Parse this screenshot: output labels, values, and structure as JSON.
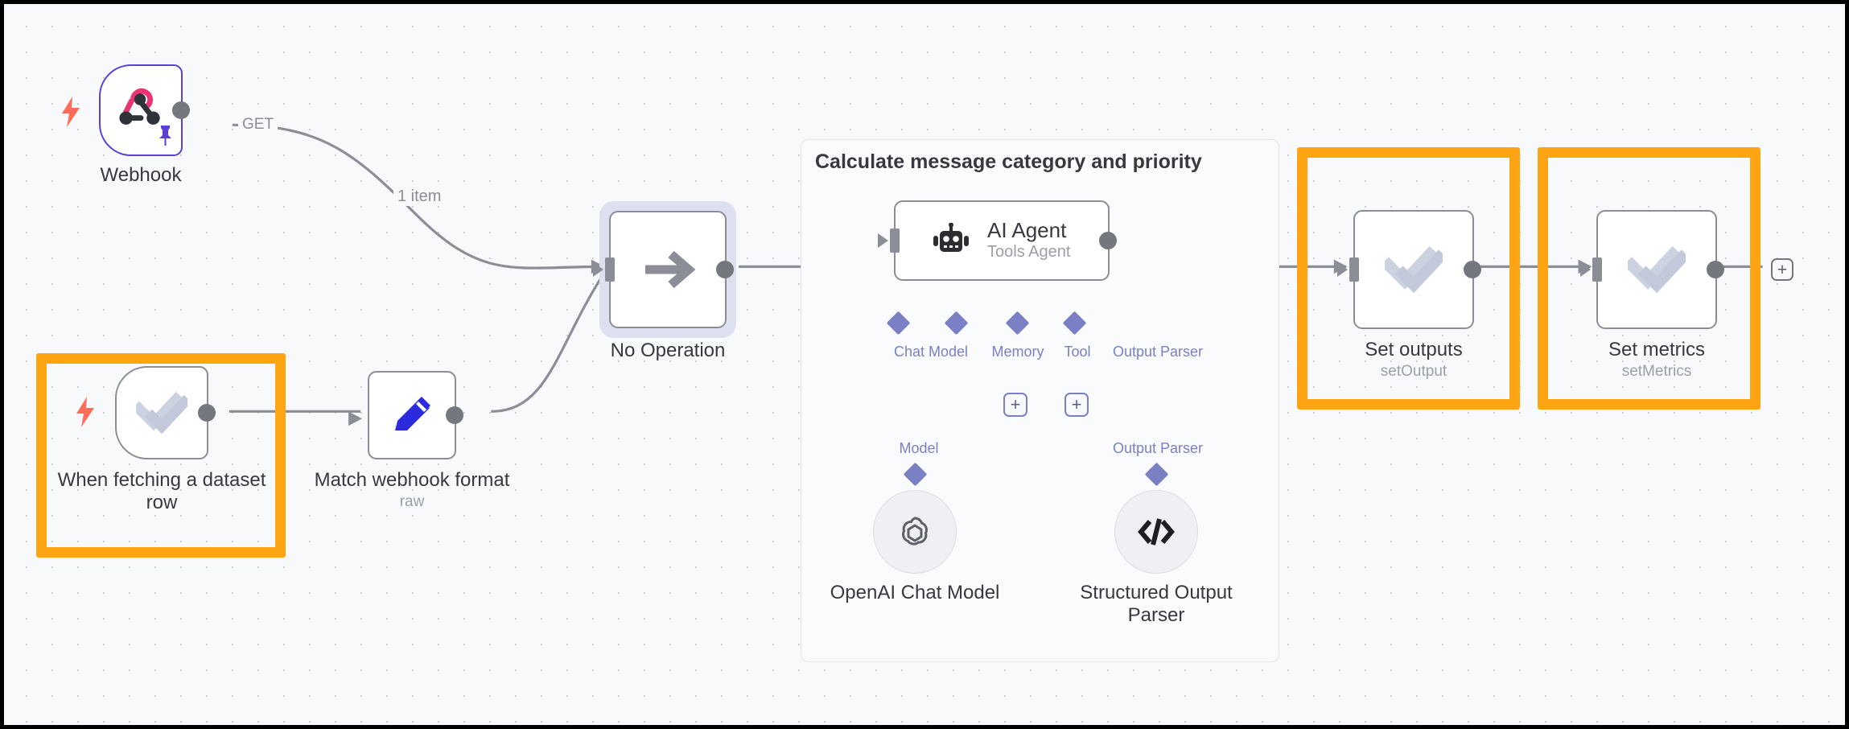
{
  "app": {
    "name": "n8n-workflow-canvas"
  },
  "canvas": {
    "background_color": "#f8f9fb",
    "grid_dot_color": "#c9ccd4",
    "highlight_color": "#FFA412",
    "accent_purple": "#7b80c4",
    "node_border_color": "#8b8e96"
  },
  "nodes": [
    {
      "id": "webhook",
      "label": "Webhook",
      "subtitle": "",
      "icon": "webhook-icon",
      "trigger": true,
      "pinned": true,
      "output_port_label": "GET",
      "highlighted": false,
      "selected": false
    },
    {
      "id": "when-fetching-dataset-row",
      "label": "When fetching a dataset row",
      "subtitle": "",
      "icon": "double-check-icon",
      "trigger": true,
      "pinned": false,
      "output_port_label": "",
      "highlighted": true,
      "selected": false
    },
    {
      "id": "match-webhook-format",
      "label": "Match webhook format",
      "subtitle": "raw",
      "icon": "pencil-icon",
      "trigger": false,
      "pinned": false,
      "output_port_label": "",
      "highlighted": false,
      "selected": false
    },
    {
      "id": "no-operation",
      "label": "No Operation",
      "subtitle": "",
      "icon": "arrow-right-icon",
      "trigger": false,
      "pinned": false,
      "output_port_label": "",
      "highlighted": false,
      "selected": true
    },
    {
      "id": "ai-agent",
      "label": "AI Agent",
      "subtitle": "Tools Agent",
      "icon": "robot-icon",
      "trigger": false,
      "pinned": false,
      "output_port_label": "",
      "highlighted": false,
      "selected": false
    },
    {
      "id": "set-outputs",
      "label": "Set outputs",
      "subtitle": "setOutput",
      "icon": "double-check-icon",
      "trigger": false,
      "pinned": false,
      "output_port_label": "",
      "highlighted": true,
      "selected": false
    },
    {
      "id": "set-metrics",
      "label": "Set metrics",
      "subtitle": "setMetrics",
      "icon": "double-check-icon",
      "trigger": false,
      "pinned": false,
      "output_port_label": "",
      "highlighted": true,
      "selected": false
    }
  ],
  "group": {
    "title": "Calculate message category and priority"
  },
  "agent_connectors": [
    {
      "label": "Chat Model",
      "has_plus": false
    },
    {
      "label": "Memory",
      "has_plus": true
    },
    {
      "label": "Tool",
      "has_plus": true
    },
    {
      "label": "Output Parser",
      "has_plus": false
    }
  ],
  "sub_nodes": [
    {
      "id": "openai-chat-model",
      "label": "OpenAI Chat Model",
      "connector_label": "Model",
      "icon": "openai-icon"
    },
    {
      "id": "structured-output-parser",
      "label": "Structured Output Parser",
      "connector_label": "Output Parser",
      "icon": "code-brackets-icon"
    }
  ],
  "connection_labels": {
    "webhook_to_noop": "1 item",
    "webhook_method": "GET"
  },
  "buttons": {
    "add_node_plus": "+"
  }
}
